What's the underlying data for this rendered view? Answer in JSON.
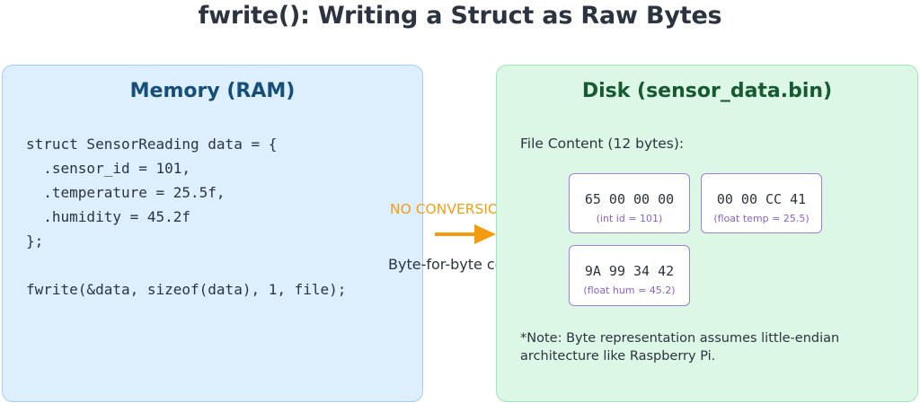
{
  "title": "fwrite(): Writing a Struct as Raw Bytes",
  "memory": {
    "title": "Memory (RAM)",
    "code": [
      "struct SensorReading data = {",
      "  .sensor_id = 101,",
      "  .temperature = 25.5f,",
      "  .humidity = 45.2f",
      "};",
      "fwrite(&data, sizeof(data), 1, file);"
    ]
  },
  "transfer": {
    "label": "NO CONVERSION",
    "sublabel": "Byte-for-byte copy",
    "accent_color": "#f39c12"
  },
  "disk": {
    "title": "Disk (sensor_data.bin)",
    "file_label": "File Content (12 bytes):",
    "bytes": [
      {
        "hex": "65 00 00 00",
        "desc": "(int id = 101)"
      },
      {
        "hex": "00 00 CC 41",
        "desc": "(float temp = 25.5)"
      },
      {
        "hex": "9A 99 34 42",
        "desc": "(float hum = 45.2)"
      }
    ],
    "note": "*Note: Byte representation assumes little-endian architecture like Raspberry Pi."
  }
}
